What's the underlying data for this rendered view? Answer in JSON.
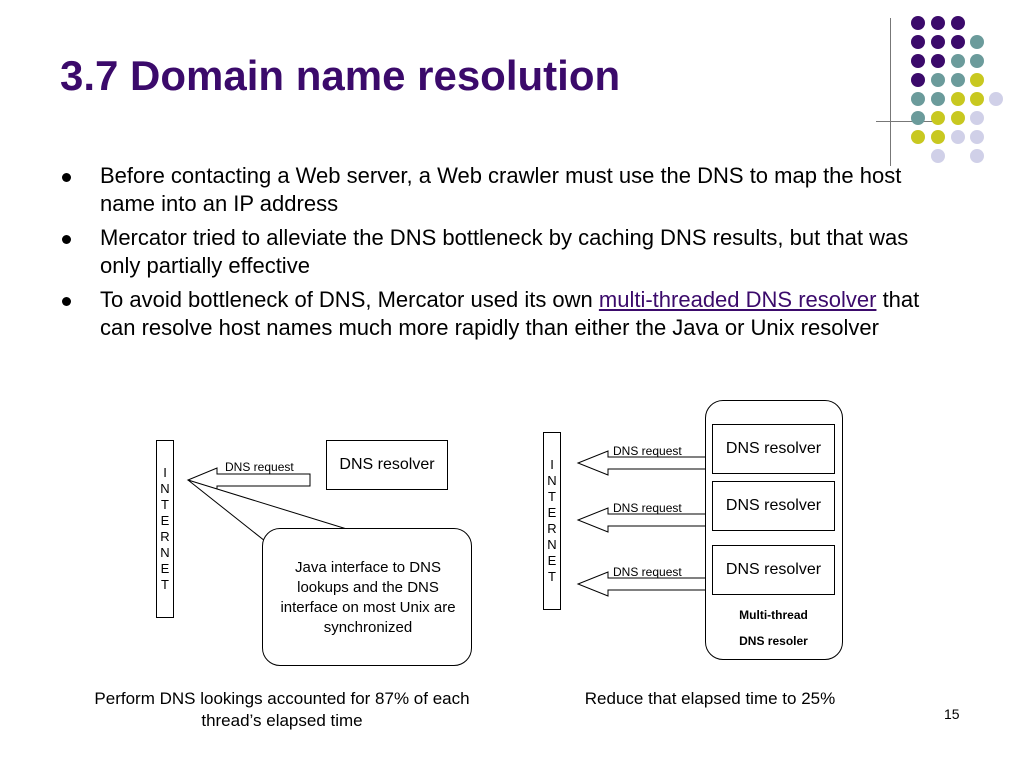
{
  "slide": {
    "title": "3.7 Domain name resolution",
    "page_number": "15"
  },
  "bullets": {
    "b1": "Before contacting a Web server, a Web crawler must use the DNS to map the host name into an IP address",
    "b2": "Mercator tried to alleviate the DNS bottleneck by caching DNS results, but that was only partially effective",
    "b3_pre": "To avoid bottleneck of DNS, Mercator used its own ",
    "b3_link": "multi-threaded DNS resolver",
    "b3_post": " that can resolve host names much more rapidly than either the Java or Unix resolver"
  },
  "left_diagram": {
    "internet_letters": [
      "I",
      "N",
      "T",
      "E",
      "R",
      "N",
      "E",
      "T"
    ],
    "dns_request": "DNS request",
    "dns_resolver": "DNS resolver",
    "callout": "Java interface to DNS lookups and the DNS interface on most Unix are synchronized",
    "caption": "Perform DNS lookings accounted for 87% of each thread’s elapsed time"
  },
  "right_diagram": {
    "internet_letters": [
      "I",
      "N",
      "T",
      "E",
      "R",
      "N",
      "E",
      "T"
    ],
    "requests": [
      "DNS request",
      "DNS request",
      "DNS request"
    ],
    "resolvers": [
      "DNS resolver",
      "DNS resolver",
      "DNS resolver"
    ],
    "multi_label_1": "Multi-thread",
    "multi_label_2": "DNS resoler",
    "caption": "Reduce  that elapsed time to 25%"
  },
  "theme": {
    "title_color": "#3b0a6b",
    "dot_purple": "#3b0a6b",
    "dot_teal": "#6b9b9b",
    "dot_yellow": "#c8c820",
    "dot_lavender": "#d0d0e8"
  }
}
